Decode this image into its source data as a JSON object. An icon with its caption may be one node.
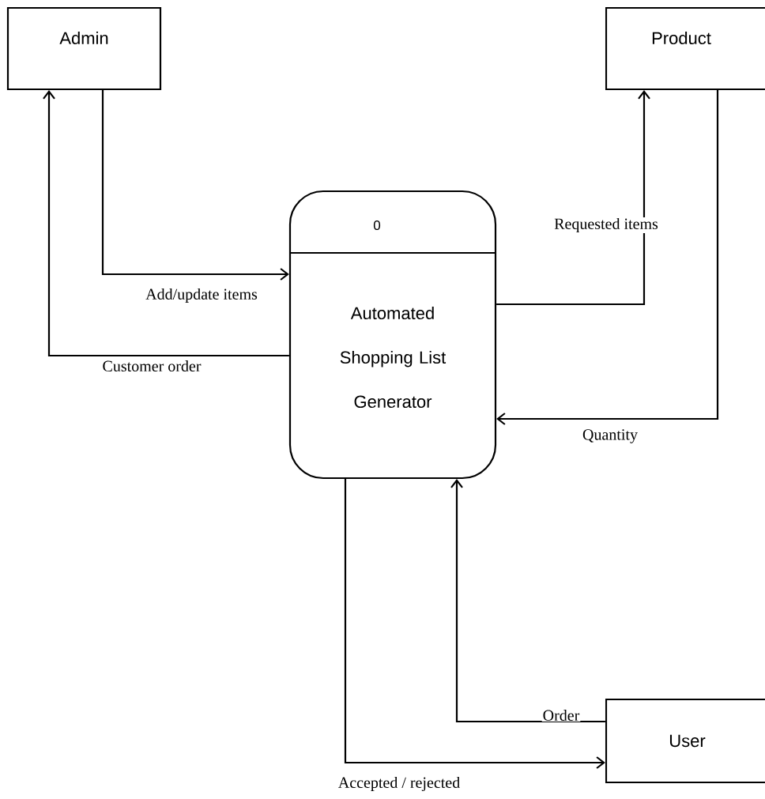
{
  "diagram": {
    "nodes": [
      {
        "text": [
          "Admin"
        ]
      },
      {
        "text": [
          "Product"
        ]
      },
      {
        "text": [
          "0",
          "Automated Shopping List Generator"
        ]
      },
      {
        "text": [
          "User"
        ]
      }
    ],
    "edges": [
      {
        "from": 0,
        "to": 2,
        "arrow": "to",
        "label": "Add/update items"
      },
      {
        "from": 2,
        "to": 0,
        "arrow": "to",
        "label": "Customer order"
      },
      {
        "from": 2,
        "to": 1,
        "arrow": "to",
        "label": "Requested items"
      },
      {
        "from": 1,
        "to": 2,
        "arrow": "to",
        "label": "Quantity"
      },
      {
        "from": 3,
        "to": 2,
        "arrow": "to",
        "label": "Order"
      },
      {
        "from": 2,
        "to": 3,
        "arrow": "to",
        "label": "Accepted / rejected"
      }
    ]
  }
}
